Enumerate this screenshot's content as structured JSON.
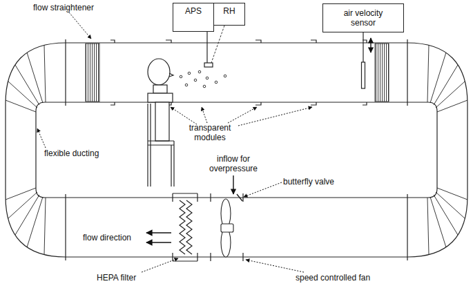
{
  "diagram": {
    "nodes": [
      {
        "text": [
          "APS"
        ]
      },
      {
        "text": [
          "RH"
        ]
      },
      {
        "text": [
          "air velocity sensor"
        ]
      }
    ],
    "labels": [
      "flow straightener",
      "transparent modules",
      "flexible ducting",
      "inflow for overpressure",
      "butterfly valve",
      "flow direction",
      "HEPA filter",
      "speed controlled fan"
    ]
  }
}
